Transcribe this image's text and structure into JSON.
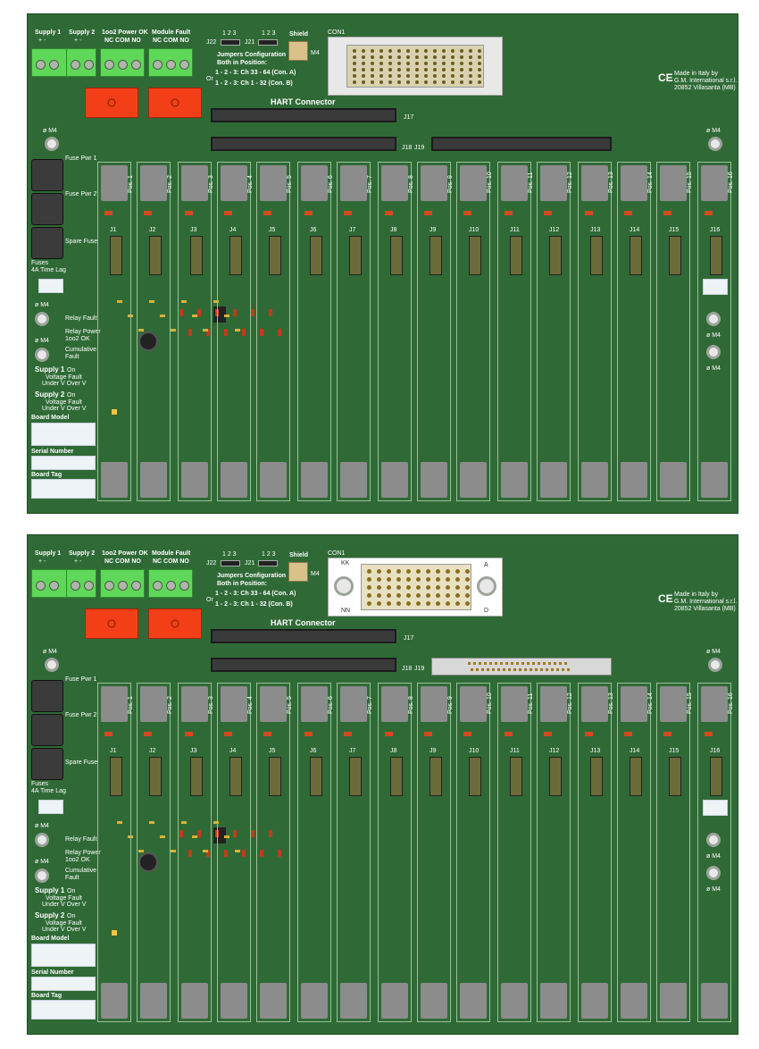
{
  "boards": [
    {
      "terminals": {
        "supply1": "Supply 1",
        "supply2": "Supply 2",
        "power_ok": "1oo2 Power OK",
        "module_fault": "Module Fault",
        "plus_minus": "+    -",
        "nc_com_no": "NC COM NO"
      },
      "jumpers": {
        "j22": "J22",
        "j21": "J21",
        "pins": "1 2 3",
        "shield": "Shield",
        "m4": "M4",
        "config_title": "Jumpers Configuration",
        "config_sub": "Both in Position:",
        "opt_a": "1 - 2 - 3: Ch 33 - 64 (Con. A)",
        "or": "Or",
        "opt_b": "1 - 2 - 3: Ch 1 - 32 (Con. B)"
      },
      "con1": "CON1",
      "made_in": [
        "Made in Italy by",
        "G.M. International s.r.l.",
        "20852 Villasanta (MB)"
      ],
      "ce": "CE",
      "hart": "HART Connector",
      "j17": "J17",
      "j18": "J18",
      "j19": "J19",
      "m4_hole": "ø M4",
      "fuses": {
        "pwr1": "Fuse Pwr 1",
        "pwr2": "Fuse Pwr 2",
        "spare": "Spare Fuse",
        "fuses": "Fuses",
        "lag": "4A Time Lag"
      },
      "leds": {
        "relay_fault": "Relay Fault",
        "relay_power": "Relay Power 1oo2 OK",
        "cumulative": "Cumulative Fault",
        "supply1": "Supply 1",
        "supply2": "Supply 2",
        "on": "On",
        "voltage_fault": "Voltage Fault",
        "under_over": "Under V  Over V"
      },
      "fields": {
        "board_model": "Board Model",
        "serial_number": "Serial Number",
        "board_tag": "Board Tag"
      },
      "con1_labels": {
        "kk": "",
        "nn": "",
        "a": "",
        "d": ""
      }
    },
    {
      "terminals": {
        "supply1": "Supply 1",
        "supply2": "Supply 2",
        "power_ok": "1oo2 Power OK",
        "module_fault": "Module Fault",
        "plus_minus": "+    -",
        "nc_com_no": "NC COM NO"
      },
      "jumpers": {
        "j22": "J22",
        "j21": "J21",
        "pins": "1 2 3",
        "shield": "Shield",
        "m4": "M4",
        "config_title": "Jumpers Configuration",
        "config_sub": "Both in Position:",
        "opt_a": "1 - 2 - 3: Ch 33 - 64 (Con. A)",
        "or": "Or",
        "opt_b": "1 - 2 - 3: Ch 1 - 32 (Con. B)"
      },
      "con1": "CON1",
      "made_in": [
        "Made in Italy by",
        "G.M. International s.r.l.",
        "20852 Villasanta (MB)"
      ],
      "ce": "CE",
      "hart": "HART Connector",
      "j17": "J17",
      "j18": "J18",
      "j19": "J19",
      "m4_hole": "ø M4",
      "fuses": {
        "pwr1": "Fuse Pwr 1",
        "pwr2": "Fuse Pwr 2",
        "spare": "Spare Fuse",
        "fuses": "Fuses",
        "lag": "4A Time Lag"
      },
      "leds": {
        "relay_fault": "Relay Fault",
        "relay_power": "Relay Power 1oo2 OK",
        "cumulative": "Cumulative Fault",
        "supply1": "Supply 1",
        "supply2": "Supply 2",
        "on": "On",
        "voltage_fault": "Voltage Fault",
        "under_over": "Under V  Over V"
      },
      "fields": {
        "board_model": "Board Model",
        "serial_number": "Serial Number",
        "board_tag": "Board Tag"
      },
      "con1_labels": {
        "kk": "KK",
        "nn": "NN",
        "a": "A",
        "d": "D"
      }
    }
  ],
  "slots": [
    {
      "pos": "Pos. 1",
      "j": "J1"
    },
    {
      "pos": "Pos. 2",
      "j": "J2"
    },
    {
      "pos": "Pos. 3",
      "j": "J3"
    },
    {
      "pos": "Pos. 4",
      "j": "J4"
    },
    {
      "pos": "Pos. 5",
      "j": "J5"
    },
    {
      "pos": "Pos. 6",
      "j": "J6"
    },
    {
      "pos": "Pos. 7",
      "j": "J7"
    },
    {
      "pos": "Pos. 8",
      "j": "J8"
    },
    {
      "pos": "Pos. 9",
      "j": "J9"
    },
    {
      "pos": "Pos. 10",
      "j": "J10"
    },
    {
      "pos": "Pos. 11",
      "j": "J11"
    },
    {
      "pos": "Pos. 12",
      "j": "J12"
    },
    {
      "pos": "Pos. 13",
      "j": "J13"
    },
    {
      "pos": "Pos. 14",
      "j": "J14"
    },
    {
      "pos": "Pos. 15",
      "j": "J15"
    },
    {
      "pos": "Pos. 16",
      "j": "J16"
    }
  ],
  "colors": {
    "pcb": "#2f6a36",
    "terminal": "#5fd85a",
    "relay": "#f23f17",
    "slot_outline": "#9cc09b"
  }
}
